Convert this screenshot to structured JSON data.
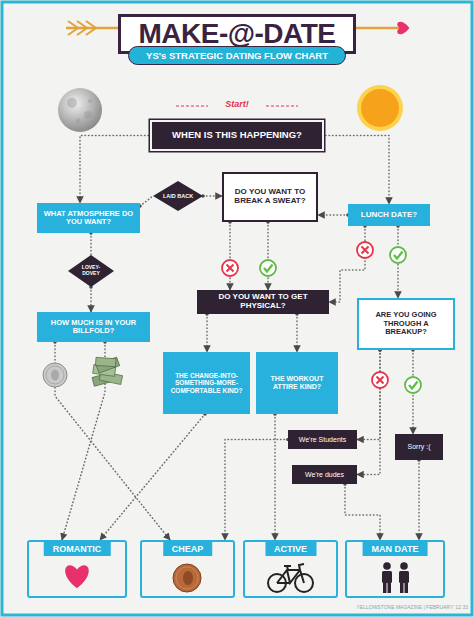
{
  "diagram": {
    "title": "MAKE-@-DATE",
    "nodes": [
      {
        "text": [
          "WHEN IS THIS HAPPENING?"
        ]
      },
      {
        "text": [
          "WHAT ATMOSPHERE DO YOU WANT?"
        ]
      },
      {
        "text": [
          "LAID BACK"
        ]
      },
      {
        "text": [
          "DO YOU WANT TO BREAK A SWEAT?"
        ]
      },
      {
        "text": [
          "LUNCH DATE?"
        ]
      },
      {
        "text": [
          "LOVEY-DOVEY"
        ]
      },
      {
        "text": [
          "HOW MUCH IS IN YOUR BILLFOLD?"
        ]
      },
      {
        "text": [
          "DO YOU WANT TO GET PHYSICAL?"
        ]
      },
      {
        "text": [
          "ARE YOU GOING THROUGH A BREAKUP?"
        ]
      },
      {
        "text": [
          "THE CHANGE-INTO-SOMETHING-MORE-COMFORTABLE KIND?"
        ]
      },
      {
        "text": [
          "THE WORKOUT ATTIRE KIND?"
        ]
      },
      {
        "text": [
          "We're Students"
        ]
      },
      {
        "text": [
          "Sorry :("
        ]
      },
      {
        "text": [
          "We're dudes"
        ]
      },
      {
        "text": [
          "ROMANTIC"
        ]
      },
      {
        "text": [
          "CHEAP"
        ]
      },
      {
        "text": [
          "ACTIVE"
        ]
      },
      {
        "text": [
          "MAN DATE"
        ]
      }
    ],
    "edges": [
      {
        "from": 0,
        "to": 1,
        "arrow": "to"
      },
      {
        "from": 0,
        "to": 4,
        "arrow": "to"
      },
      {
        "from": 1,
        "to": 2,
        "arrow": "none"
      },
      {
        "from": 2,
        "to": 3,
        "arrow": "to"
      },
      {
        "from": 1,
        "to": 5,
        "arrow": "none"
      },
      {
        "from": 5,
        "to": 6,
        "arrow": "to"
      },
      {
        "from": 4,
        "to": 3,
        "arrow": "to"
      },
      {
        "from": 4,
        "to": 8,
        "arrow": "to"
      },
      {
        "from": 4,
        "to": 7,
        "arrow": "to"
      },
      {
        "from": 3,
        "to": 7,
        "arrow": "to"
      },
      {
        "from": 3,
        "to": 7,
        "arrow": "to"
      },
      {
        "from": 7,
        "to": 9,
        "arrow": "to"
      },
      {
        "from": 7,
        "to": 10,
        "arrow": "to"
      },
      {
        "from": 6,
        "to": 14,
        "arrow": "to"
      },
      {
        "from": 6,
        "to": 15,
        "arrow": "to"
      },
      {
        "from": 9,
        "to": 14,
        "arrow": "to"
      },
      {
        "from": 10,
        "to": 16,
        "arrow": "to"
      },
      {
        "from": 8,
        "to": 12,
        "arrow": "to"
      },
      {
        "from": 8,
        "to": 11,
        "arrow": "to"
      },
      {
        "from": 8,
        "to": 13,
        "arrow": "to"
      },
      {
        "from": 11,
        "to": 15,
        "arrow": "to"
      },
      {
        "from": 13,
        "to": 17,
        "arrow": "to"
      },
      {
        "from": 12,
        "to": 17,
        "arrow": "to"
      }
    ],
    "labels": [
      "YS's STRATEGIC DATING FLOW CHART",
      "Start!",
      "YELLOWSTONE MAGAZINE | FEBRUARY '12 33"
    ]
  }
}
